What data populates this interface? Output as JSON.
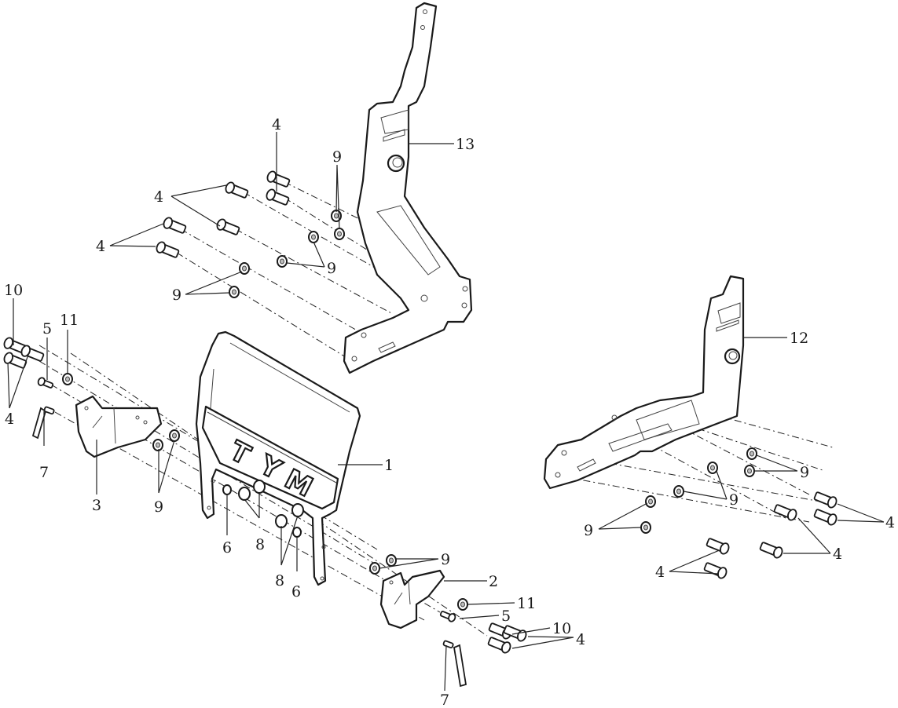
{
  "diagram": {
    "type": "exploded-parts-diagram",
    "brand_logo": [
      "T",
      "Y",
      "M"
    ],
    "parts": [
      {
        "no": "1",
        "name": "front-guard-frame"
      },
      {
        "no": "2",
        "name": "bracket-right"
      },
      {
        "no": "3",
        "name": "bracket-left"
      },
      {
        "no": "4",
        "name": "bolt"
      },
      {
        "no": "5",
        "name": "flange-bolt"
      },
      {
        "no": "6",
        "name": "nut"
      },
      {
        "no": "7",
        "name": "lever-pin"
      },
      {
        "no": "8",
        "name": "bushing"
      },
      {
        "no": "9",
        "name": "washer"
      },
      {
        "no": "10",
        "name": "bolt-long"
      },
      {
        "no": "11",
        "name": "washer-small"
      },
      {
        "no": "12",
        "name": "support-bracket-right"
      },
      {
        "no": "13",
        "name": "support-bracket-left"
      }
    ],
    "callouts": {
      "c13": "13",
      "c12": "12",
      "c1": "1",
      "c2": "2",
      "c3": "3",
      "c4_top": "4",
      "c4_mid": "4",
      "c4_left": "4",
      "c9_top": "9",
      "c9_mid": "9",
      "c9_low": "9",
      "c10_left": "10",
      "c11_left": "11",
      "c5_left": "5",
      "c4_far_left": "4",
      "c7_left": "7",
      "c9_left": "9",
      "c6_left": "6",
      "c8_left": "8",
      "c8_right": "8",
      "c6_right": "6",
      "c9_right_bracket": "9",
      "c11_right": "11",
      "c5_right": "5",
      "c10_right": "10",
      "c4_right": "4",
      "c7_right": "7",
      "c9_r1": "9",
      "c9_r2": "9",
      "c9_r3": "9",
      "c4_r1": "4",
      "c4_r2": "4",
      "c4_r3": "4"
    }
  }
}
